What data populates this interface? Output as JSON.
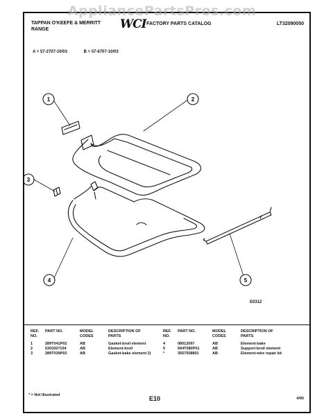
{
  "watermark": "AppliancePartsPros.com",
  "header": {
    "brand_line1": "TAPPAN O'KEEFE & MERRITT",
    "brand_line2": "RANGE",
    "logo": "WCI",
    "catalog_title": "FACTORY PARTS CATALOG",
    "catalog_code": "LT32090050"
  },
  "models": {
    "a": "A = 57-2707-10/03",
    "b": "B = 57-6707-10/03"
  },
  "diagram": {
    "callouts": [
      "1",
      "2",
      "3",
      "4",
      "5"
    ],
    "figure_code": "E0312"
  },
  "parts_table": {
    "columns": [
      "REF. NO.",
      "PART NO.",
      "MODEL CODES",
      "DESCRIPTION OF PARTS"
    ],
    "left_rows": [
      {
        "ref": "1",
        "part": "289T041P02",
        "codes": "AB",
        "desc": "Gasket-broil element"
      },
      {
        "ref": "2",
        "part": "5303207154",
        "codes": "AB",
        "desc": "Element-broil"
      },
      {
        "ref": "3",
        "part": "289T039P02",
        "codes": "AB",
        "desc": "Gasket-bake element 2)"
      }
    ],
    "right_rows": [
      {
        "ref": "4",
        "part": "08012097",
        "codes": "AB",
        "desc": "Element-bake"
      },
      {
        "ref": "5",
        "part": "694T080P01",
        "codes": "AB",
        "desc": "Support-broil element"
      },
      {
        "ref": "*",
        "part": "3557558801",
        "codes": "AB",
        "desc": "Element-wire repair kit"
      }
    ]
  },
  "footer": {
    "footnote": "* = Not Illustrated",
    "page": "E10",
    "date": "4/90"
  }
}
